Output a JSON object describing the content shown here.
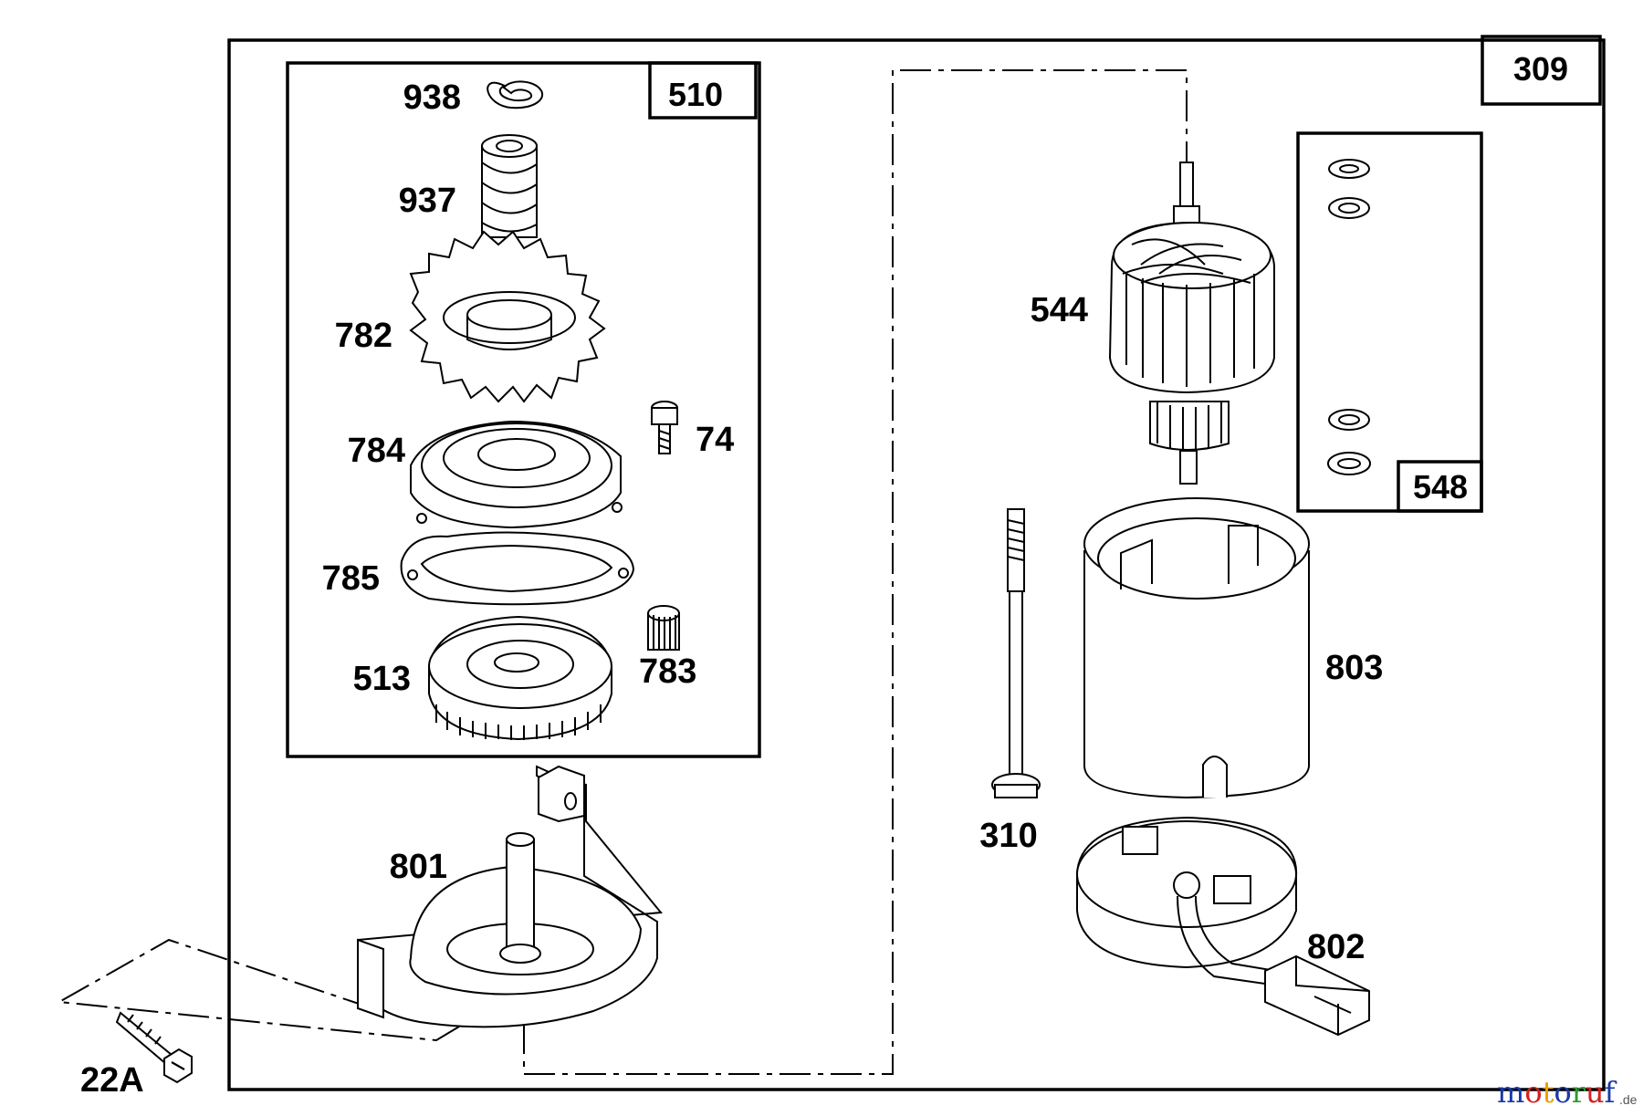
{
  "boxes": {
    "outer": "309",
    "gear_kit": "510",
    "washer_kit": "548"
  },
  "parts": {
    "p938": "938",
    "p937": "937",
    "p782": "782",
    "p784": "784",
    "p74": "74",
    "p785": "785",
    "p513": "513",
    "p783": "783",
    "p801": "801",
    "p22a": "22A",
    "p544": "544",
    "p548": "548",
    "p310": "310",
    "p803": "803",
    "p802": "802"
  },
  "watermark": {
    "brand": "motoruf",
    "suffix": ".de",
    "colors": [
      "#1a3aa8",
      "#d42020",
      "#e8a000",
      "#1a3aa8",
      "#2a9a2a",
      "#d42020",
      "#1a3aa8"
    ]
  }
}
